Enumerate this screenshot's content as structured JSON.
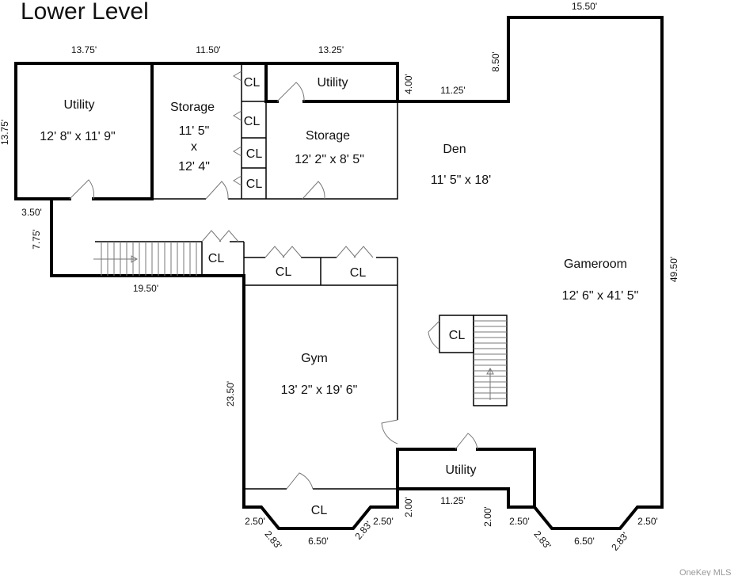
{
  "title": "Lower Level",
  "rooms": {
    "utility1": {
      "name": "Utility",
      "size": "12' 8\" x 11' 9\""
    },
    "storage1": {
      "name": "Storage",
      "size_a": "11' 5\"",
      "size_x": "x",
      "size_b": "12' 4\""
    },
    "utility2": {
      "name": "Utility"
    },
    "storage2": {
      "name": "Storage",
      "size": "12' 2\" x 8' 5\""
    },
    "den": {
      "name": "Den",
      "size": "11' 5\" x 18'"
    },
    "gameroom": {
      "name": "Gameroom",
      "size": "12' 6\" x 41' 5\""
    },
    "gym": {
      "name": "Gym",
      "size": "13' 2\" x 19' 6\""
    },
    "utility3": {
      "name": "Utility"
    },
    "closet": "CL"
  },
  "dimensions": {
    "top1": "13.75'",
    "top2": "11.50'",
    "top3": "13.25'",
    "left": "13.75'",
    "d400": "4.00'",
    "d1125a": "11.25'",
    "d850": "8.50'",
    "d1550": "15.50'",
    "d350": "3.50'",
    "d775": "7.75'",
    "d1950": "19.50'",
    "d4950": "49.50'",
    "d2350": "23.50'",
    "d250": "2.50'",
    "d283": "2.83'",
    "d650": "6.50'",
    "d200": "2.00'",
    "d1125b": "11.25'"
  },
  "watermark": "OneKey MLS"
}
